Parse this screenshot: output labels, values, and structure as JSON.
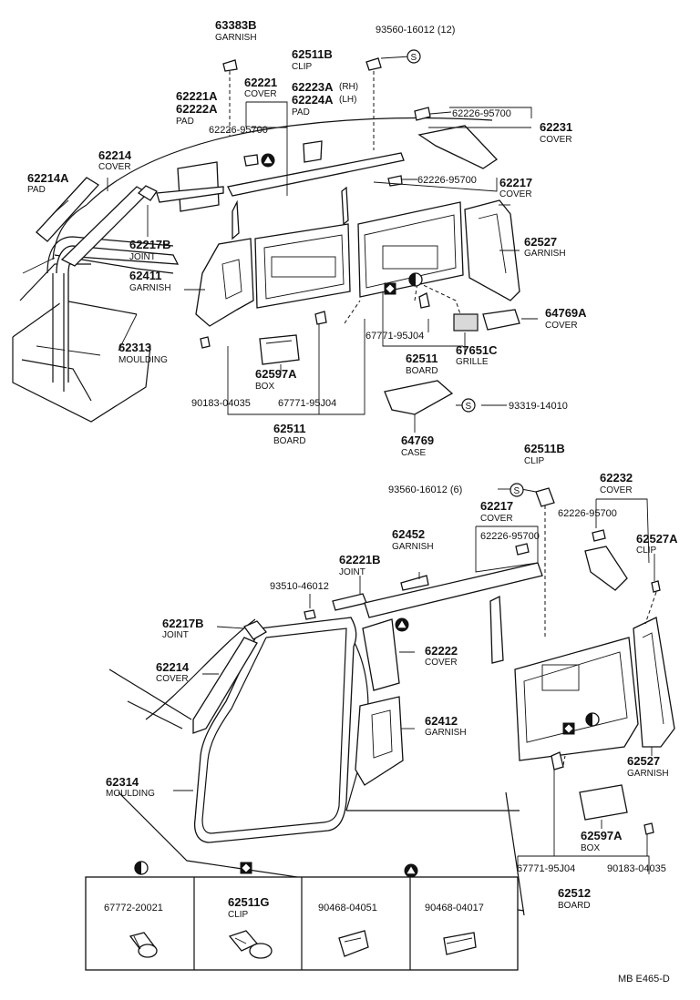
{
  "labels": {
    "p63383B": {
      "pn": "63383B",
      "name": "GARNISH"
    },
    "p93560_12": {
      "pn": "93560-16012 (12)"
    },
    "p62511B_top": {
      "pn": "62511B",
      "name": "CLIP"
    },
    "p62221": {
      "pn": "62221",
      "name": "COVER"
    },
    "p62221A": {
      "pn": "62221A",
      "pn2": "62222A",
      "name": "PAD"
    },
    "p62223A": {
      "pn": "62223A",
      "pn_suffix": "(RH)",
      "pn2": "62224A",
      "pn2_suffix": "(LH)",
      "name": "PAD"
    },
    "p62226_a": {
      "pn": "62226-95700"
    },
    "p62226_b": {
      "pn": "62226-95700"
    },
    "p62231": {
      "pn": "62231",
      "name": "COVER"
    },
    "p62226_c": {
      "pn": "62226-95700"
    },
    "p62217_top": {
      "pn": "62217",
      "name": "COVER"
    },
    "p62214_top": {
      "pn": "62214",
      "name": "COVER"
    },
    "p62214A": {
      "pn": "62214A",
      "name": "PAD"
    },
    "p62217B_top": {
      "pn": "62217B",
      "name": "JOINT"
    },
    "p62411": {
      "pn": "62411",
      "name": "GARNISH"
    },
    "p62313": {
      "pn": "62313",
      "name": "MOULDING"
    },
    "p62527_top": {
      "pn": "62527",
      "name": "GARNISH"
    },
    "p64769A": {
      "pn": "64769A",
      "name": "COVER"
    },
    "p67771_top": {
      "pn": "67771-95J04"
    },
    "p67651C": {
      "pn": "67651C",
      "name": "GRILLE"
    },
    "p62511_board_r": {
      "pn": "62511",
      "name": "BOARD"
    },
    "p62597A_top": {
      "pn": "62597A",
      "name": "BOX"
    },
    "p90183_top": {
      "pn": "90183-04035"
    },
    "p67771_mid": {
      "pn": "67771-95J04"
    },
    "p62511_board_l": {
      "pn": "62511",
      "name": "BOARD"
    },
    "p93319": {
      "pn": "93319-14010"
    },
    "p64769": {
      "pn": "64769",
      "name": "CASE"
    },
    "p62511B_bot": {
      "pn": "62511B",
      "name": "CLIP"
    },
    "p93560_6": {
      "pn": "93560-16012 (6)"
    },
    "p62232": {
      "pn": "62232",
      "name": "COVER"
    },
    "p62217_bot": {
      "pn": "62217",
      "name": "COVER"
    },
    "p62226_d": {
      "pn": "62226-95700"
    },
    "p62226_e": {
      "pn": "62226-95700"
    },
    "p62527A": {
      "pn": "62527A",
      "name": "CLIP"
    },
    "p62452": {
      "pn": "62452",
      "name": "GARNISH"
    },
    "p62221B": {
      "pn": "62221B",
      "name": "JOINT"
    },
    "p93510": {
      "pn": "93510-46012"
    },
    "p62217B_bot": {
      "pn": "62217B",
      "name": "JOINT"
    },
    "p62222": {
      "pn": "62222",
      "name": "COVER"
    },
    "p62214_bot": {
      "pn": "62214",
      "name": "COVER"
    },
    "p62412": {
      "pn": "62412",
      "name": "GARNISH"
    },
    "p62314": {
      "pn": "62314",
      "name": "MOULDING"
    },
    "p62527_bot": {
      "pn": "62527",
      "name": "GARNISH"
    },
    "p62597A_bot": {
      "pn": "62597A",
      "name": "BOX"
    },
    "p67771_bot": {
      "pn": "67771-95J04"
    },
    "p90183_bot": {
      "pn": "90183-04035"
    },
    "p62512": {
      "pn": "62512",
      "name": "BOARD"
    }
  },
  "legend": {
    "cell1": {
      "pn": "67772-20021"
    },
    "cell2": {
      "pn": "62511G",
      "name": "CLIP"
    },
    "cell3": {
      "pn": "90468-04051"
    },
    "cell4": {
      "pn": "90468-04017"
    }
  },
  "symbols": {
    "circle_s": "S",
    "half_circle": "half-filled-circle",
    "diamond_square": "square-with-diamond",
    "triangle_circle": "circle-with-triangle"
  },
  "footer": {
    "code": "MB  E465-D"
  }
}
